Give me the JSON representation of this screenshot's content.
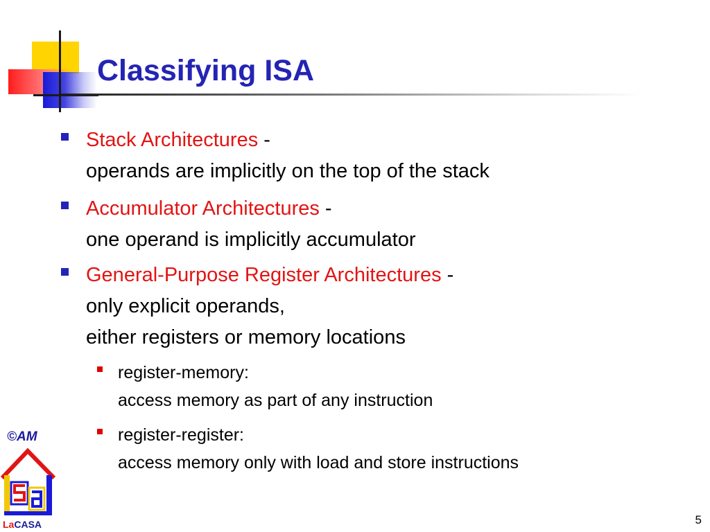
{
  "slide": {
    "title": "Classifying ISA",
    "bullets": [
      {
        "term": "Stack Architectures",
        "sep": " -",
        "desc": [
          "operands are implicitly on the top of the stack"
        ]
      },
      {
        "term": "Accumulator Architectures",
        "sep": " -",
        "desc": [
          "one operand is implicitly accumulator"
        ]
      },
      {
        "term": "General-Purpose Register Architectures",
        "sep": " -",
        "desc": [
          "only explicit operands,",
          "either registers or memory locations"
        ]
      }
    ],
    "subbullets": [
      {
        "lines": [
          "register-memory:",
          "access memory as part of any instruction"
        ]
      },
      {
        "lines": [
          "register-register:",
          "access memory only with load and store instructions"
        ]
      }
    ],
    "page_number": "5"
  },
  "logo": {
    "copyright": "©AM",
    "name_prefix": "La",
    "name_suffix": "CASA"
  },
  "colors": {
    "title": "#2424b4",
    "term": "#e21414",
    "bullet": "#2323b8",
    "subbullet": "#e00000"
  }
}
